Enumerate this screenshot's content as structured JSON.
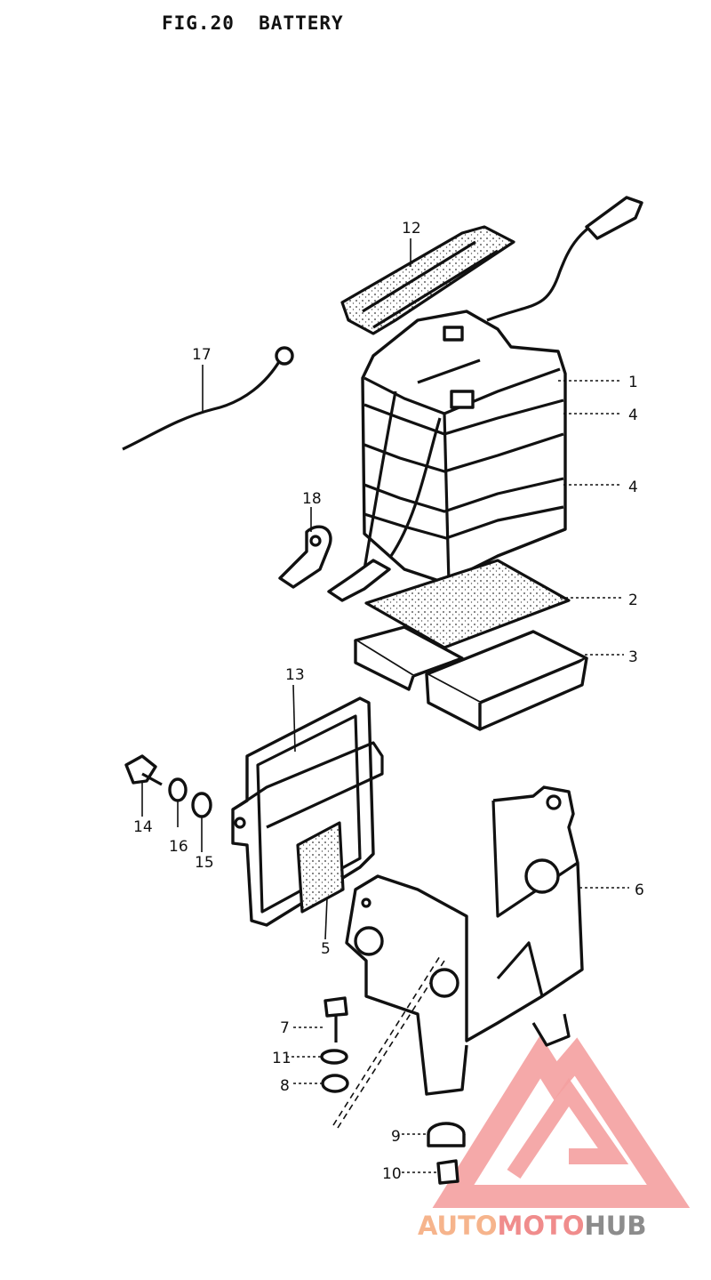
{
  "header": {
    "fig": "FIG.20",
    "name": "BATTERY"
  },
  "callouts": [
    {
      "id": "1",
      "part": "battery"
    },
    {
      "id": "2",
      "part": "battery-pad"
    },
    {
      "id": "3",
      "part": "battery-tray"
    },
    {
      "id": "4",
      "part": "battery-band"
    },
    {
      "id": "4b",
      "text": "4",
      "part": "battery-band"
    },
    {
      "id": "5",
      "part": "holder-plate"
    },
    {
      "id": "6",
      "part": "battery-holder"
    },
    {
      "id": "7",
      "part": "bolt"
    },
    {
      "id": "8",
      "part": "washer"
    },
    {
      "id": "9",
      "part": "grommet"
    },
    {
      "id": "10",
      "part": "spacer"
    },
    {
      "id": "11",
      "part": "lock-washer"
    },
    {
      "id": "12",
      "part": "battery-strap"
    },
    {
      "id": "13",
      "part": "battery-cover"
    },
    {
      "id": "14",
      "part": "cover-screw"
    },
    {
      "id": "15",
      "part": "washer"
    },
    {
      "id": "16",
      "part": "lock-washer"
    },
    {
      "id": "17",
      "part": "breather-hose"
    },
    {
      "id": "18",
      "part": "ground-lead"
    }
  ],
  "watermark": {
    "part1": "AUTO",
    "part2": "MOTO",
    "part3": "HUB",
    "colors": {
      "auto": "#f6b48c",
      "moto": "#f08c8c",
      "hub": "#8c8c8c",
      "logo": "#f4a0a0"
    }
  }
}
